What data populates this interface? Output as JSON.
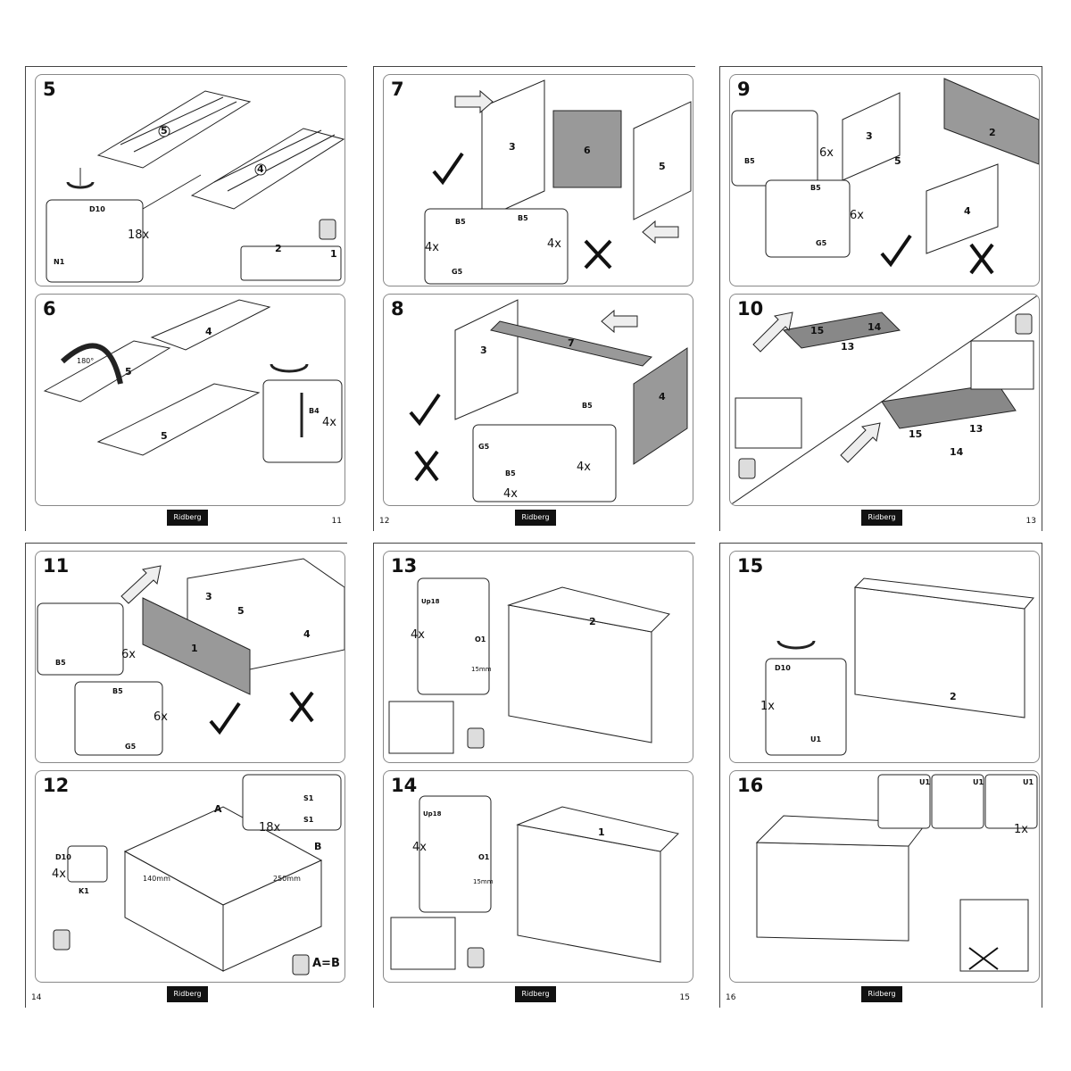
{
  "brand": "Ridberg",
  "pages": [
    {
      "number": "11",
      "steps": [
        {
          "number": "5",
          "parts": [
            "5",
            "4"
          ],
          "hardware": [
            "D10",
            "N1"
          ],
          "quantity": "18x",
          "callout": [
            "2",
            "1"
          ]
        },
        {
          "number": "6",
          "parts": [
            "5",
            "4"
          ],
          "hardware": [
            "B4"
          ],
          "quantity": "4x",
          "rotation": "180°"
        }
      ]
    },
    {
      "number": "12",
      "steps": [
        {
          "number": "7",
          "parts": [
            "3",
            "6",
            "5"
          ],
          "hardware": [
            "B5",
            "G5"
          ],
          "quantities": [
            "4x",
            "4x"
          ]
        },
        {
          "number": "8",
          "parts": [
            "3",
            "7",
            "4"
          ],
          "hardware": [
            "G5",
            "B5"
          ],
          "quantities": [
            "4x",
            "4x"
          ]
        }
      ]
    },
    {
      "number": "13",
      "steps": [
        {
          "number": "9",
          "parts": [
            "2",
            "3",
            "5",
            "4"
          ],
          "hardware": [
            "B5",
            "G5"
          ],
          "quantities": [
            "6x",
            "6x"
          ]
        },
        {
          "number": "10",
          "parts": [
            "15",
            "14",
            "13"
          ]
        }
      ]
    },
    {
      "number": "14",
      "steps": [
        {
          "number": "11",
          "parts": [
            "3",
            "5",
            "4",
            "1"
          ],
          "hardware": [
            "B5",
            "G5"
          ],
          "quantities": [
            "6x",
            "6x"
          ]
        },
        {
          "number": "12",
          "hardware": [
            "D10",
            "K1",
            "S1"
          ],
          "quantities": [
            "4x",
            "18x"
          ],
          "dimensions": [
            "140mm",
            "250mm"
          ],
          "points": [
            "A",
            "B"
          ],
          "note": "A=B"
        }
      ]
    },
    {
      "number": "15",
      "steps": [
        {
          "number": "13",
          "parts": [
            "2",
            "O1"
          ],
          "hardware": [
            "Up18"
          ],
          "quantity": "4x",
          "dimension": "15mm"
        },
        {
          "number": "14",
          "parts": [
            "1",
            "O1"
          ],
          "hardware": [
            "Up18"
          ],
          "quantity": "4x",
          "dimension": "15mm"
        }
      ]
    },
    {
      "number": "16",
      "steps": [
        {
          "number": "15",
          "parts": [
            "2"
          ],
          "hardware": [
            "D10",
            "U1"
          ],
          "quantity": "1x"
        },
        {
          "number": "16",
          "hardware": [
            "U1",
            "U1",
            "U1"
          ],
          "quantity": "1x"
        }
      ]
    }
  ]
}
